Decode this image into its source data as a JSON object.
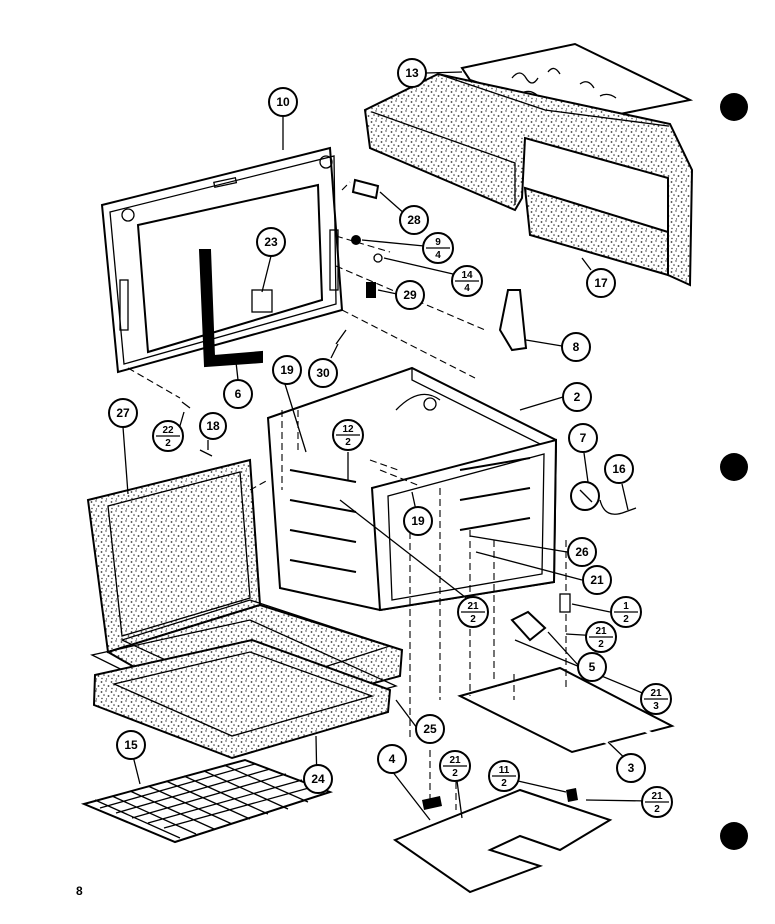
{
  "page": {
    "page_number": "8"
  },
  "callouts": {
    "c1": "13",
    "c2": "10",
    "c3": "28",
    "c4": "23",
    "c5a": "9",
    "c5b": "4",
    "c6a": "14",
    "c6b": "4",
    "c7": "17",
    "c8": "29",
    "c9": "8",
    "c10": "6",
    "c11": "30",
    "c12": "19",
    "c13": "2",
    "c14": "27",
    "c15a": "22",
    "c15b": "2",
    "c16": "18",
    "c17a": "12",
    "c17b": "2",
    "c18": "7",
    "c19": "16",
    "c20": "19",
    "c21": "26",
    "c22": "21",
    "c23a": "21",
    "c23b": "2",
    "c24a": "1",
    "c24b": "2",
    "c25a": "21",
    "c25b": "2",
    "c26": "5",
    "c27a": "21",
    "c27b": "3",
    "c28": "25",
    "c29": "15",
    "c30": "24",
    "c31": "4",
    "c32a": "21",
    "c32b": "2",
    "c33a": "11",
    "c33b": "2",
    "c34a": "21",
    "c34b": "2",
    "c35": "3"
  },
  "colors": {
    "ink": "#000000",
    "paper": "#ffffff",
    "speckle": "#5a5a5a"
  }
}
